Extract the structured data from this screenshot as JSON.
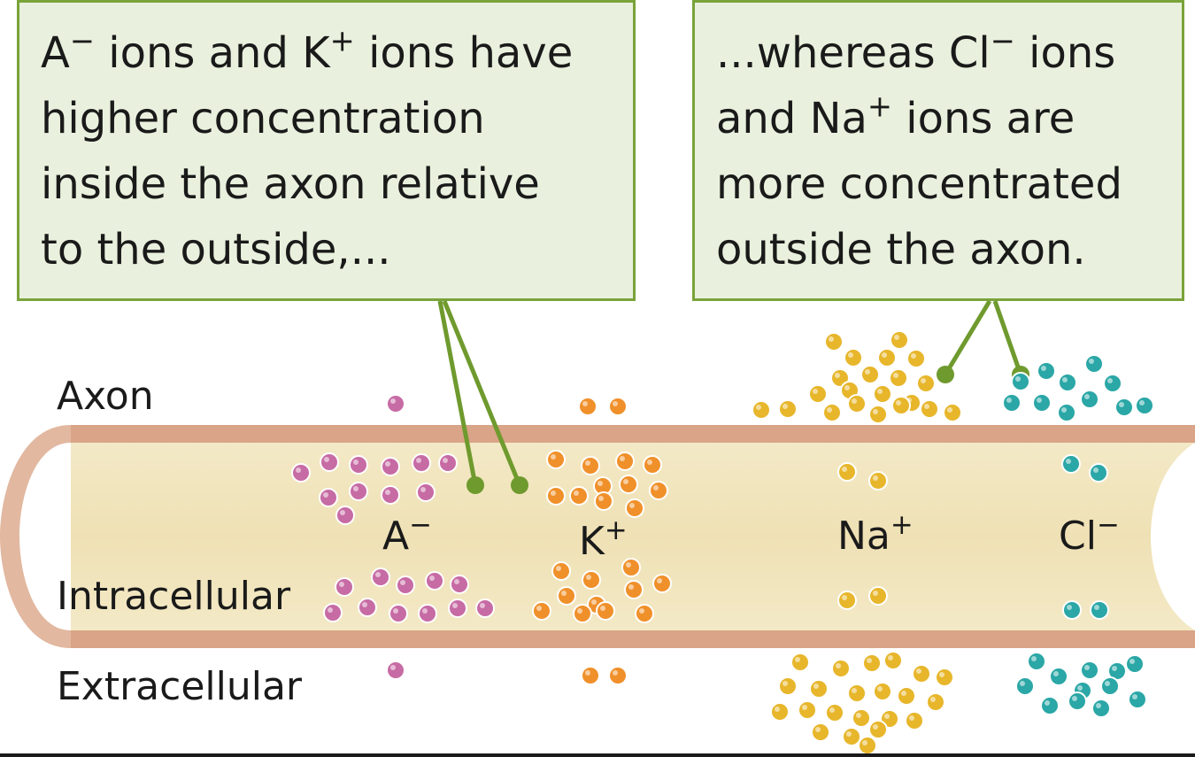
{
  "callouts": {
    "left": {
      "lines": [
        [
          "A",
          "−",
          " ions and K",
          "+",
          " ions have"
        ],
        "higher concentration",
        "inside the axon relative",
        "to the outside,..."
      ]
    },
    "right": {
      "lines": [
        [
          "...whereas Cl",
          "−",
          " ions"
        ],
        [
          "and Na",
          "+",
          " ions are"
        ],
        "more concentrated",
        "outside the axon."
      ]
    }
  },
  "labels": {
    "axon": "Axon",
    "intracellular": "Intracellular",
    "extracellular": "Extracellular"
  },
  "ions": {
    "a": {
      "symbol": "A",
      "charge": "−"
    },
    "k": {
      "symbol": "K",
      "charge": "+"
    },
    "na": {
      "symbol": "Na",
      "charge": "+"
    },
    "cl": {
      "symbol": "Cl",
      "charge": "−"
    }
  },
  "colors": {
    "callout_fill": "#e9f1de",
    "callout_border": "#7aa33a",
    "pointer": "#6f9a2e",
    "membrane": "#d9a487",
    "cytoplasm": "#f1e5bc",
    "ion_a": "#c76ba4",
    "ion_k": "#f0902a",
    "ion_na": "#e7b62b",
    "ion_cl": "#2aa7a6"
  }
}
